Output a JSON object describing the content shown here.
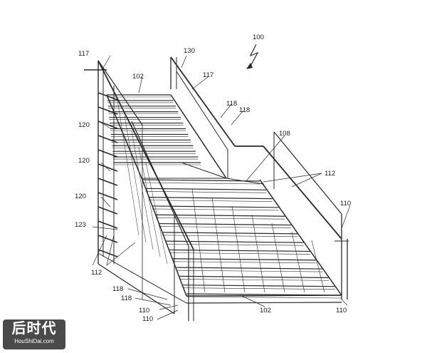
{
  "figure": {
    "labels": [
      "100",
      "117",
      "117",
      "130",
      "102",
      "102",
      "118",
      "118",
      "118",
      "118",
      "108",
      "112",
      "112",
      "120",
      "120",
      "120",
      "123",
      "110",
      "110",
      "110",
      "110"
    ]
  },
  "watermark": {
    "main": "后时代",
    "sub": "HouShiDai.com"
  }
}
